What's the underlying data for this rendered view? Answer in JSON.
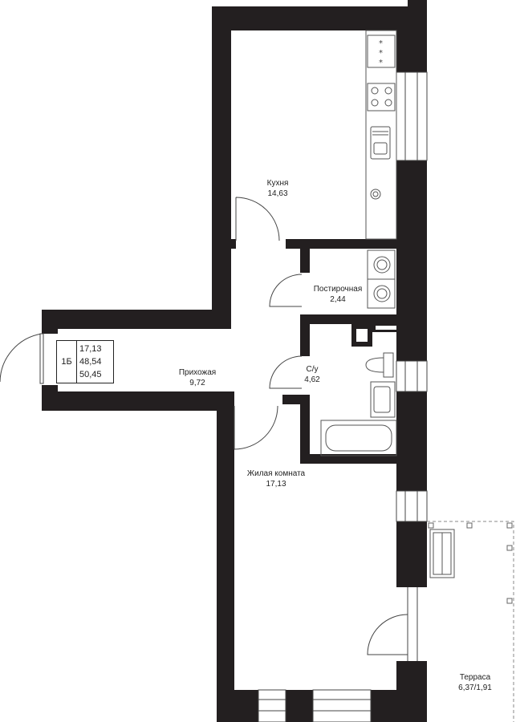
{
  "apartment": {
    "code": "1Б",
    "areas": [
      "17,13",
      "48,54",
      "50,45"
    ]
  },
  "rooms": {
    "kitchen": {
      "name": "Кухня",
      "area": "14,63"
    },
    "storage": {
      "name": "Постирочная",
      "area": "2,44"
    },
    "hall": {
      "name": "Прихожая",
      "area": "9,72"
    },
    "bathroom": {
      "name": "С/у",
      "area": "4,62"
    },
    "living": {
      "name": "Жилая комната",
      "area": "17,13"
    },
    "terrace": {
      "name": "Терраса",
      "area": "6,37/1,91"
    }
  },
  "colors": {
    "wall": "#231f20",
    "line": "#444444"
  }
}
